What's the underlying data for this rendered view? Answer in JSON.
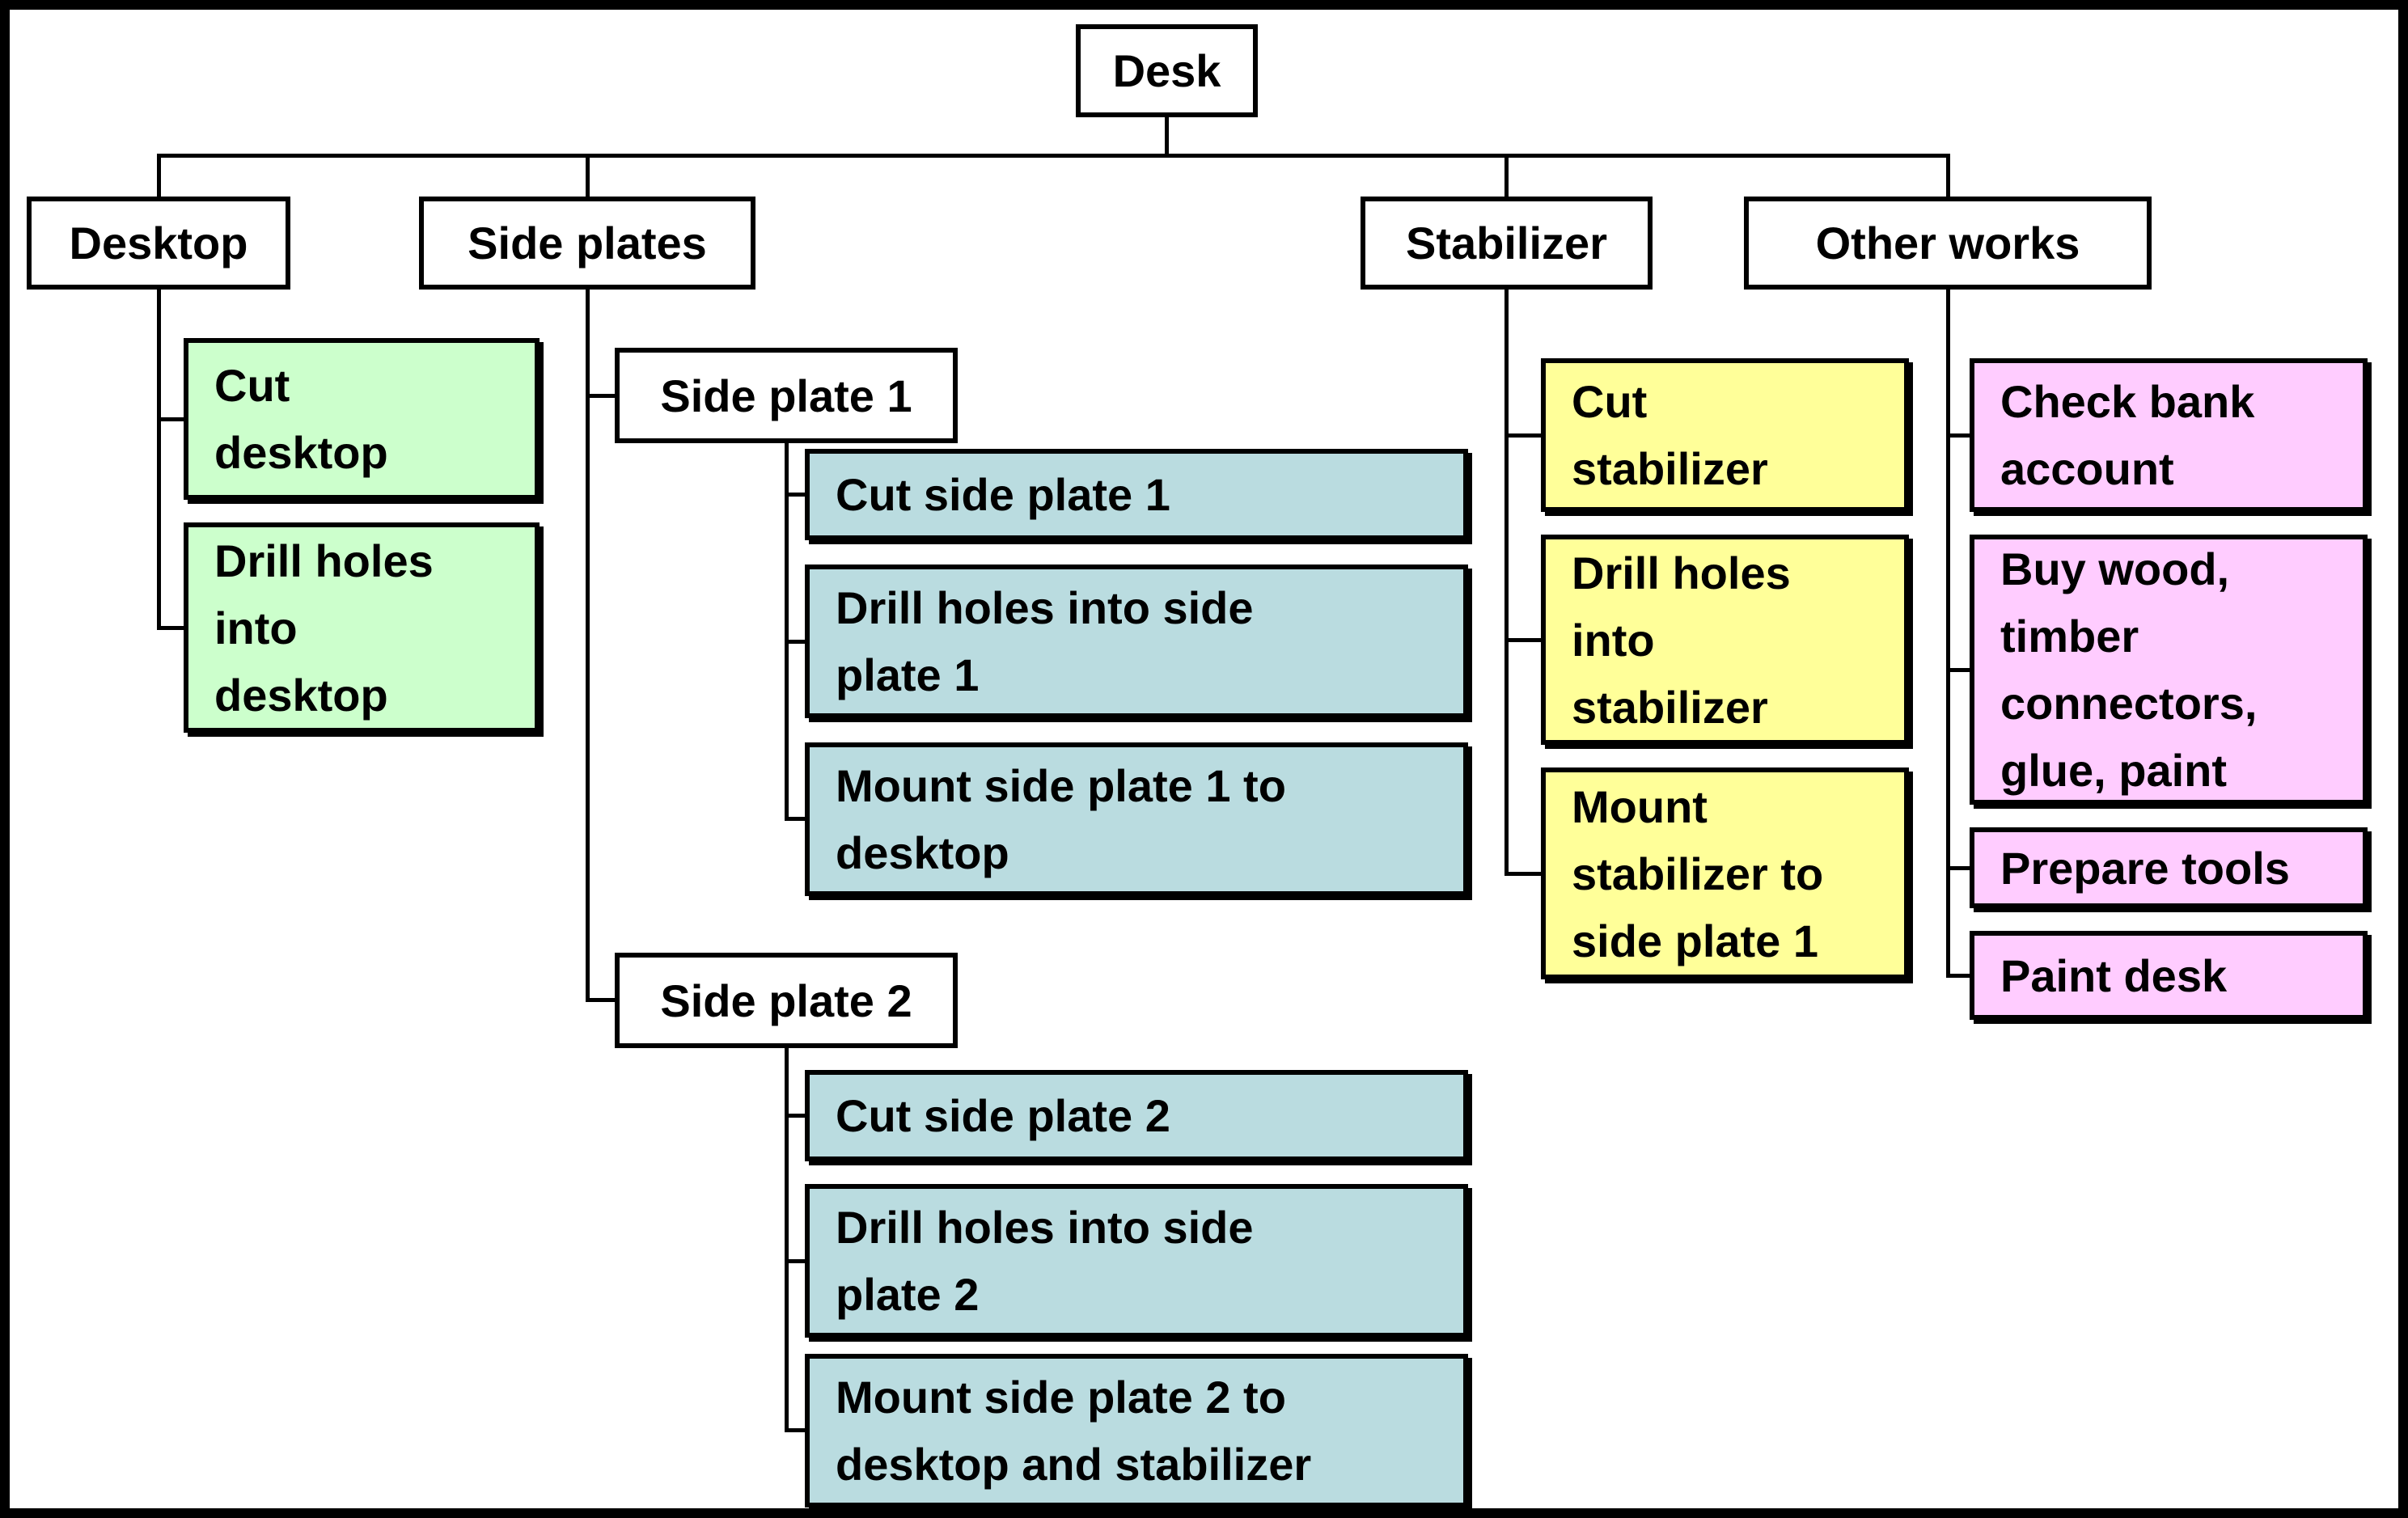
{
  "diagram": {
    "type": "work-breakdown-structure",
    "root": {
      "label": "Desk"
    },
    "branches": [
      {
        "label": "Desktop",
        "color": "#CCFFCC",
        "tasks": [
          "Cut\ndesktop",
          "Drill holes\ninto\ndesktop"
        ]
      },
      {
        "label": "Side plates",
        "subgroups": [
          {
            "label": "Side plate 1",
            "color": "#BADCE0",
            "tasks": [
              "Cut side plate 1",
              "Drill holes into side\nplate 1",
              "Mount side plate 1 to\ndesktop"
            ]
          },
          {
            "label": "Side plate 2",
            "color": "#BADCE0",
            "tasks": [
              "Cut side plate 2",
              "Drill holes into side\nplate 2",
              "Mount side plate 2 to\ndesktop and stabilizer"
            ]
          }
        ]
      },
      {
        "label": "Stabilizer",
        "color": "#FFFF99",
        "tasks": [
          "Cut\nstabilizer",
          "Drill holes\ninto\nstabilizer",
          "Mount\nstabilizer to\nside plate 1"
        ]
      },
      {
        "label": "Other works",
        "color": "#FFCCFF",
        "tasks": [
          "Check bank\naccount",
          "Buy wood,\ntimber\nconnectors,\nglue, paint",
          "Prepare tools",
          "Paint desk"
        ]
      }
    ],
    "colors": {
      "line": "#000000",
      "header_box_background": "#FFFFFF",
      "text": "#000000",
      "canvas_border": "#000000"
    }
  }
}
